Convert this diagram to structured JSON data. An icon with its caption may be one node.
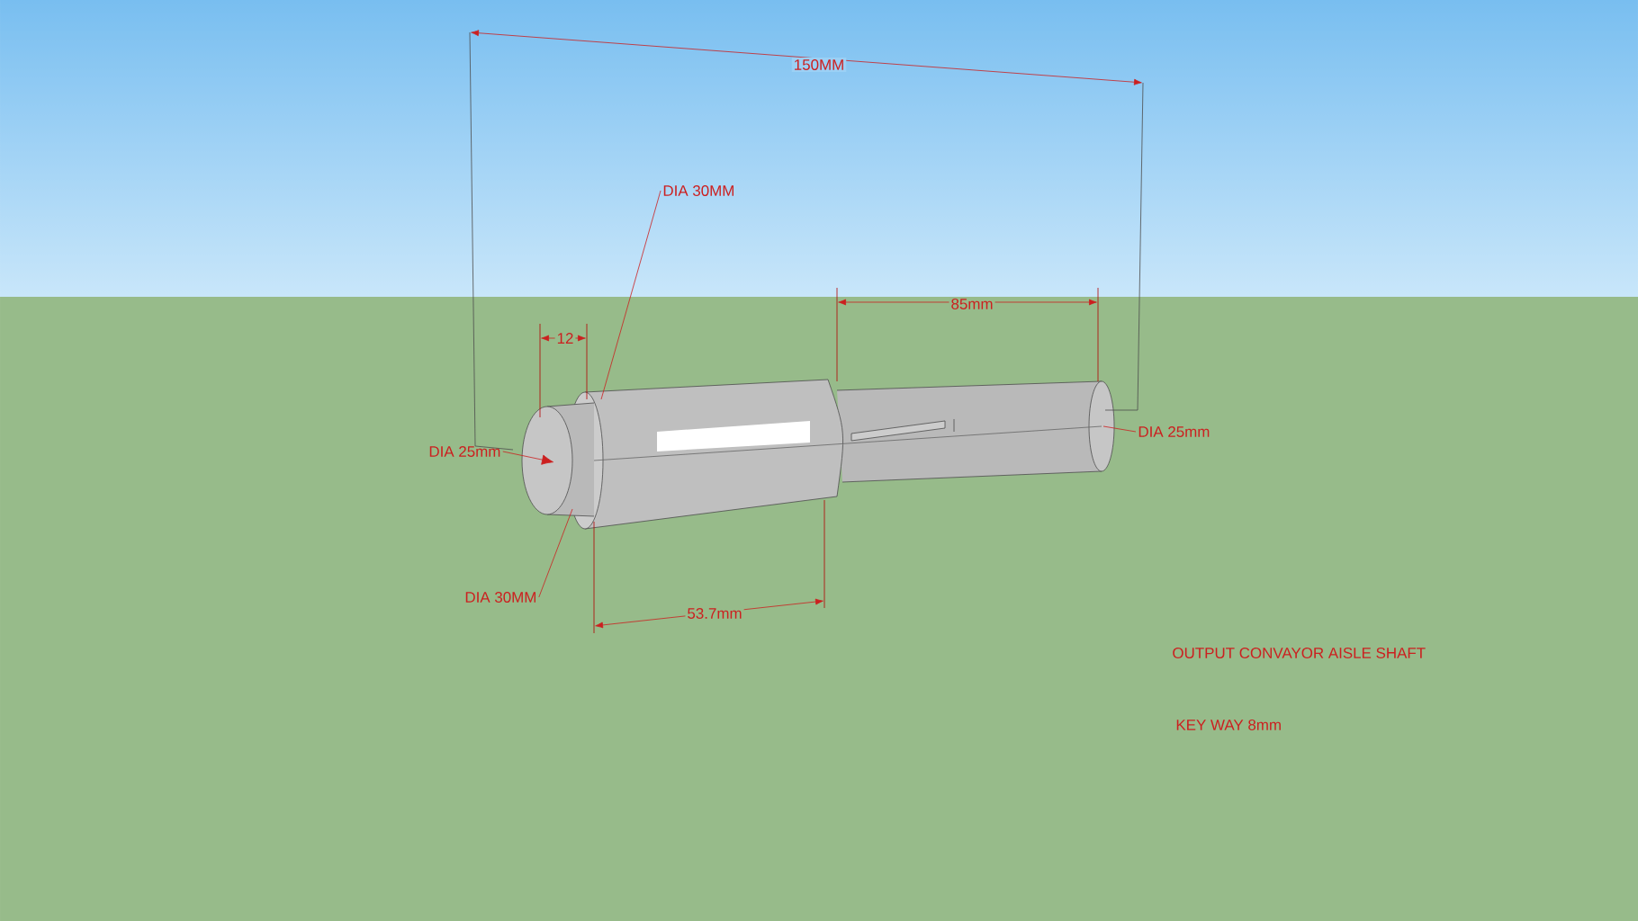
{
  "diagram": {
    "nodes": [
      {
        "text": [
          "DIA 30MM"
        ]
      },
      {
        "text": [
          "DIA 25mm"
        ]
      },
      {
        "text": [
          "DIA 25mm"
        ]
      },
      {
        "text": [
          "DIA 30MM"
        ]
      }
    ],
    "edges": [
      {
        "from": 0,
        "to": null,
        "arrow": "none"
      },
      {
        "from": 1,
        "to": null,
        "arrow": "to"
      },
      {
        "from": 2,
        "to": null,
        "arrow": "none"
      },
      {
        "from": 3,
        "to": null,
        "arrow": "none"
      }
    ],
    "labels": [
      "150MM",
      "12",
      "85mm",
      "53.7mm",
      "OUTPUT CONVAYOR AISLE SHAFT",
      "KEY WAY 8mm"
    ]
  }
}
